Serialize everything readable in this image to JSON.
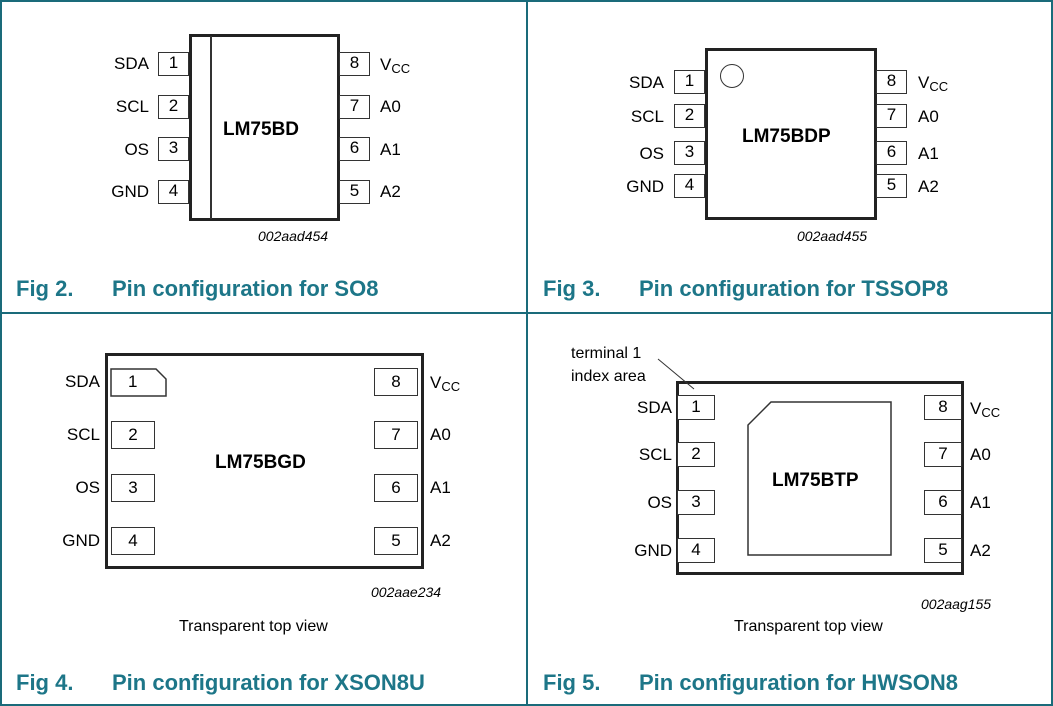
{
  "figures": [
    {
      "fig": "Fig 2.",
      "title": "Pin configuration for SO8",
      "part": "LM75BD",
      "code": "002aad454",
      "left_pins": [
        {
          "name": "SDA",
          "num": "1"
        },
        {
          "name": "SCL",
          "num": "2"
        },
        {
          "name": "OS",
          "num": "3"
        },
        {
          "name": "GND",
          "num": "4"
        }
      ],
      "right_pins": [
        {
          "name": "V",
          "sub": "CC",
          "num": "8"
        },
        {
          "name": "A0",
          "num": "7"
        },
        {
          "name": "A1",
          "num": "6"
        },
        {
          "name": "A2",
          "num": "5"
        }
      ]
    },
    {
      "fig": "Fig 3.",
      "title": "Pin configuration for TSSOP8",
      "part": "LM75BDP",
      "code": "002aad455",
      "left_pins": [
        {
          "name": "SDA",
          "num": "1"
        },
        {
          "name": "SCL",
          "num": "2"
        },
        {
          "name": "OS",
          "num": "3"
        },
        {
          "name": "GND",
          "num": "4"
        }
      ],
      "right_pins": [
        {
          "name": "V",
          "sub": "CC",
          "num": "8"
        },
        {
          "name": "A0",
          "num": "7"
        },
        {
          "name": "A1",
          "num": "6"
        },
        {
          "name": "A2",
          "num": "5"
        }
      ]
    },
    {
      "fig": "Fig 4.",
      "title": "Pin configuration for XSON8U",
      "part": "LM75BGD",
      "code": "002aae234",
      "view_note": "Transparent top view",
      "left_pins": [
        {
          "name": "SDA",
          "num": "1"
        },
        {
          "name": "SCL",
          "num": "2"
        },
        {
          "name": "OS",
          "num": "3"
        },
        {
          "name": "GND",
          "num": "4"
        }
      ],
      "right_pins": [
        {
          "name": "V",
          "sub": "CC",
          "num": "8"
        },
        {
          "name": "A0",
          "num": "7"
        },
        {
          "name": "A1",
          "num": "6"
        },
        {
          "name": "A2",
          "num": "5"
        }
      ]
    },
    {
      "fig": "Fig 5.",
      "title": "Pin configuration for HWSON8",
      "part": "LM75BTP",
      "code": "002aag155",
      "view_note": "Transparent top view",
      "index_note_line1": "terminal 1",
      "index_note_line2": "index area",
      "left_pins": [
        {
          "name": "SDA",
          "num": "1"
        },
        {
          "name": "SCL",
          "num": "2"
        },
        {
          "name": "OS",
          "num": "3"
        },
        {
          "name": "GND",
          "num": "4"
        }
      ],
      "right_pins": [
        {
          "name": "V",
          "sub": "CC",
          "num": "8"
        },
        {
          "name": "A0",
          "num": "7"
        },
        {
          "name": "A1",
          "num": "6"
        },
        {
          "name": "A2",
          "num": "5"
        }
      ]
    }
  ],
  "colors": {
    "caption": "#1d7688",
    "border": "#1a6b7a"
  }
}
